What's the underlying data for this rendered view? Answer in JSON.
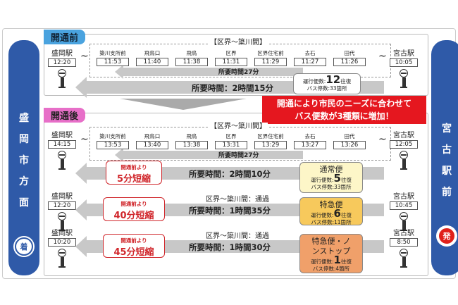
{
  "left_side": {
    "chars": [
      "盛",
      "岡",
      "市",
      "方",
      "面"
    ],
    "badge": "着"
  },
  "right_side": {
    "chars": [
      "宮",
      "古",
      "駅",
      "前"
    ],
    "badge": "発"
  },
  "before": {
    "title": "開通前",
    "section_label": "【区界～簗川間】",
    "section_time": "所要時間27分",
    "origin": {
      "name": "盛岡駅",
      "time": "12:20"
    },
    "dest": {
      "name": "宮古駅",
      "time": "10:05"
    },
    "stops": [
      {
        "name": "簗川支所前",
        "time": "11:53"
      },
      {
        "name": "飛鳥口",
        "time": "11:40"
      },
      {
        "name": "飛鳥",
        "time": "11:38"
      },
      {
        "name": "区界",
        "time": "11:31"
      },
      {
        "name": "区界住宅前",
        "time": "11:29"
      },
      {
        "name": "去石",
        "time": "11:27"
      },
      {
        "name": "田代",
        "time": "11:26"
      }
    ],
    "duration": "所要時間：2時間15分",
    "trips_label": "運行便数:",
    "trips": "12",
    "trips_unit": "往復",
    "stops_count": "バス停数:33箇所"
  },
  "banner": {
    "line1": "開通により市民のニーズに合わせて",
    "line2": "バス便数が3種類に増加！"
  },
  "after": {
    "title": "開通後",
    "section_label": "【区界～簗川間】",
    "section_time": "所要時間27分",
    "stops": [
      {
        "name": "簗川支所前",
        "time": "13:53"
      },
      {
        "name": "飛鳥口",
        "time": "13:40"
      },
      {
        "name": "飛鳥",
        "time": "13:38"
      },
      {
        "name": "区界",
        "time": "13:31"
      },
      {
        "name": "区界住宅前",
        "time": "13:29"
      },
      {
        "name": "去石",
        "time": "13:27"
      },
      {
        "name": "田代",
        "time": "13:26"
      }
    ],
    "routes": [
      {
        "origin": {
          "name": "盛岡駅",
          "time": "14:15"
        },
        "dest": {
          "name": "宮古駅",
          "time": "12:05"
        },
        "short1": "開通前より",
        "short2": "5分短縮",
        "note": "",
        "duration": "所要時間：2時間10分",
        "type": "通常便",
        "trips_label": "運行便数:",
        "trips": "5",
        "trips_unit": "往復",
        "stops_count": "バス停数:33箇所",
        "color": "#fdf6c8"
      },
      {
        "origin": {
          "name": "盛岡駅",
          "time": "12:20"
        },
        "dest": {
          "name": "宮古駅",
          "time": "10:45"
        },
        "short1": "開通前より",
        "short2": "40分短縮",
        "note": "区界～簗川間：通過",
        "duration": "所要時間：1時間35分",
        "type": "特急便",
        "trips_label": "運行便数:",
        "trips": "6",
        "trips_unit": "往復",
        "stops_count": "バス停数:11箇所",
        "color": "#f7c95c"
      },
      {
        "origin": {
          "name": "盛岡駅",
          "time": "10:20"
        },
        "dest": {
          "name": "宮古駅",
          "time": "8:50"
        },
        "short1": "開通前より",
        "short2": "45分短縮",
        "note": "区界～簗川間：通過",
        "duration": "所要時間：1時間30分",
        "type": "特急便・ノンストップ",
        "trips_label": "運行便数:",
        "trips": "1",
        "trips_unit": "往復",
        "stops_count": "バス停数:4箇所",
        "color": "#f0a06a"
      }
    ]
  }
}
